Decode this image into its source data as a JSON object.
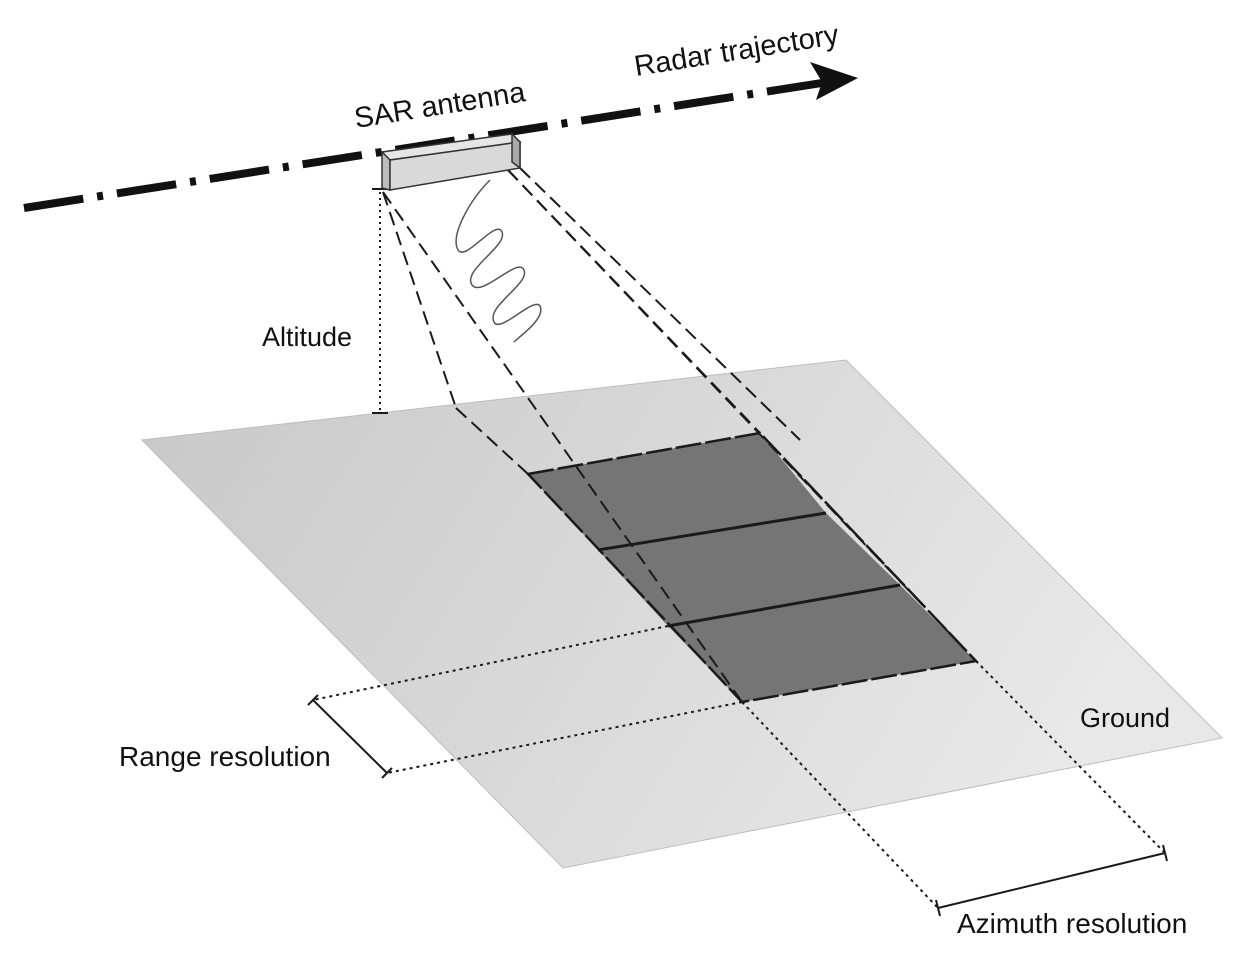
{
  "labels": {
    "radar_trajectory": "Radar trajectory",
    "sar_antenna": "SAR antenna",
    "altitude": "Altitude",
    "ground": "Ground",
    "range_resolution": "Range resolution",
    "azimuth_resolution": "Azimuth resolution"
  },
  "colors": {
    "ground_plane": "#d2d2d2",
    "resolution_cells": "#757575",
    "antenna_body": "#dcdcdc",
    "lines": "#1a1a1a"
  },
  "resolution_cell_count": 3
}
